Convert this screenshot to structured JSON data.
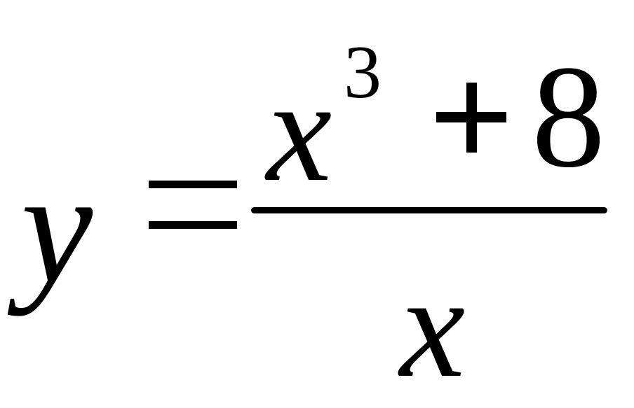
{
  "formula": {
    "lhs": "y",
    "numerator": {
      "variable": "x",
      "exponent": "3",
      "operator": "+",
      "constant": "8"
    },
    "denominator": {
      "variable": "x"
    }
  }
}
